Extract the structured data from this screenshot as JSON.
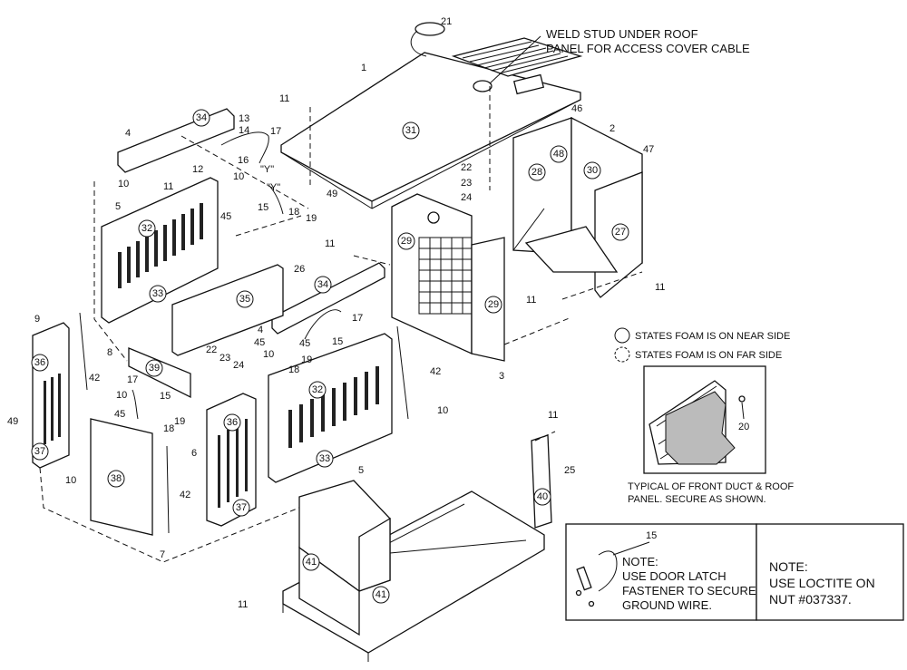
{
  "callouts": {
    "weld_stud": [
      "WELD STUD UNDER ROOF",
      "PANEL FOR ACCESS COVER CABLE"
    ],
    "legend_near": "STATES FOAM IS ON NEAR SIDE",
    "legend_far": "STATES FOAM IS ON FAR SIDE",
    "typical": [
      "TYPICAL OF FRONT DUCT & ROOF",
      "PANEL. SECURE AS SHOWN."
    ],
    "inset_wire_label": "15",
    "note_box1": [
      "NOTE:",
      "USE DOOR LATCH",
      "FASTENER TO SECURE",
      "GROUND WIRE."
    ],
    "note_box2": [
      "NOTE:",
      "USE LOCTITE ON",
      "NUT #037337."
    ],
    "y_label": "\"Y\""
  },
  "part_labels": [
    {
      "t": "21"
    },
    {
      "t": "1"
    },
    {
      "t": "11"
    },
    {
      "t": "46"
    },
    {
      "t": "2"
    },
    {
      "t": "47"
    },
    {
      "t": "13"
    },
    {
      "t": "14"
    },
    {
      "t": "17"
    },
    {
      "t": "4"
    },
    {
      "t": "12"
    },
    {
      "t": "16"
    },
    {
      "t": "10"
    },
    {
      "t": "11"
    },
    {
      "t": "10"
    },
    {
      "t": "5"
    },
    {
      "t": "45"
    },
    {
      "t": "15"
    },
    {
      "t": "18"
    },
    {
      "t": "19"
    },
    {
      "t": "22"
    },
    {
      "t": "23"
    },
    {
      "t": "24"
    },
    {
      "t": "49"
    },
    {
      "t": "11"
    },
    {
      "t": "26"
    },
    {
      "t": "4"
    },
    {
      "t": "17"
    },
    {
      "t": "45"
    },
    {
      "t": "10"
    },
    {
      "t": "45"
    },
    {
      "t": "15"
    },
    {
      "t": "19"
    },
    {
      "t": "18"
    },
    {
      "t": "11"
    },
    {
      "t": "11"
    },
    {
      "t": "3"
    },
    {
      "t": "9"
    },
    {
      "t": "8"
    },
    {
      "t": "22"
    },
    {
      "t": "23"
    },
    {
      "t": "24"
    },
    {
      "t": "42"
    },
    {
      "t": "17"
    },
    {
      "t": "10"
    },
    {
      "t": "15"
    },
    {
      "t": "45"
    },
    {
      "t": "19"
    },
    {
      "t": "18"
    },
    {
      "t": "42"
    },
    {
      "t": "10"
    },
    {
      "t": "49"
    },
    {
      "t": "10"
    },
    {
      "t": "6"
    },
    {
      "t": "5"
    },
    {
      "t": "42"
    },
    {
      "t": "7"
    },
    {
      "t": "11"
    },
    {
      "t": "25"
    },
    {
      "t": "11"
    },
    {
      "t": "20"
    },
    {
      "t": "15"
    }
  ],
  "circled_labels": [
    {
      "t": "34"
    },
    {
      "t": "31"
    },
    {
      "t": "28"
    },
    {
      "t": "48"
    },
    {
      "t": "30"
    },
    {
      "t": "27"
    },
    {
      "t": "32"
    },
    {
      "t": "29"
    },
    {
      "t": "29"
    },
    {
      "t": "33"
    },
    {
      "t": "35"
    },
    {
      "t": "34"
    },
    {
      "t": "36"
    },
    {
      "t": "39"
    },
    {
      "t": "32"
    },
    {
      "t": "37"
    },
    {
      "t": "36"
    },
    {
      "t": "33"
    },
    {
      "t": "38"
    },
    {
      "t": "37"
    },
    {
      "t": "40"
    },
    {
      "t": "41"
    },
    {
      "t": "41"
    }
  ]
}
